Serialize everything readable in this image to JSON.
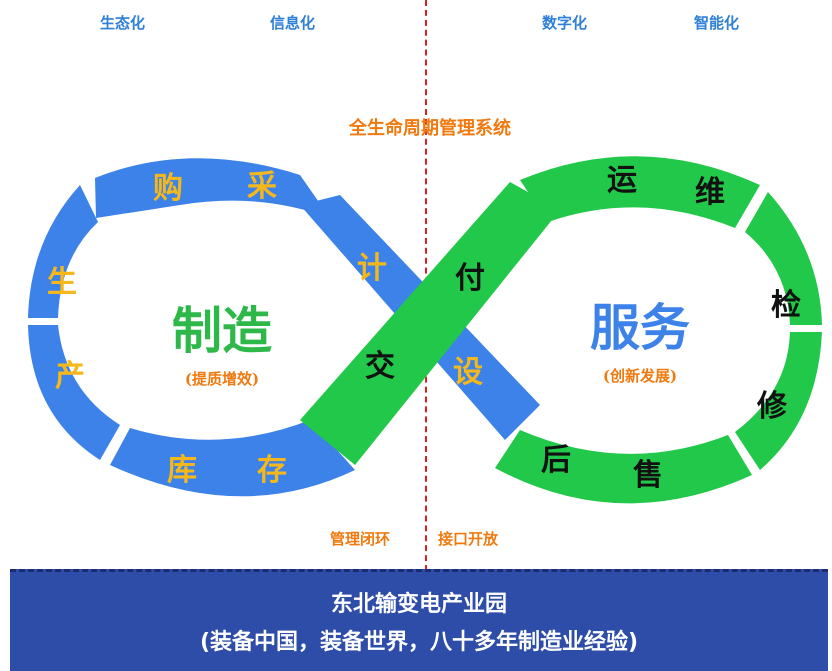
{
  "top_labels": [
    "生态化",
    "信息化",
    "数字化",
    "智能化"
  ],
  "system_title": "全生命周期管理系统",
  "left_loop": {
    "title": "制造",
    "subtitle": "(提质增效)",
    "segments": [
      "购",
      "采",
      "计",
      "设",
      "生",
      "产",
      "库",
      "存"
    ],
    "color": "#3d82e8",
    "title_color": "#2fb84a",
    "text_color": "#f5b81c"
  },
  "right_loop": {
    "title": "服务",
    "subtitle": "(创新发展)",
    "segments": [
      "运",
      "维",
      "检",
      "修",
      "后",
      "售",
      "付",
      "交"
    ],
    "color": "#22c84a",
    "title_color": "#3d82e8",
    "text_color": "#111111"
  },
  "bottom_captions": [
    "管理闭环",
    "接口开放"
  ],
  "banner": {
    "title": "东北输变电产业园",
    "subtitle": "(装备中国，装备世界，八十多年制造业经验)",
    "color": "#2e4da8"
  }
}
